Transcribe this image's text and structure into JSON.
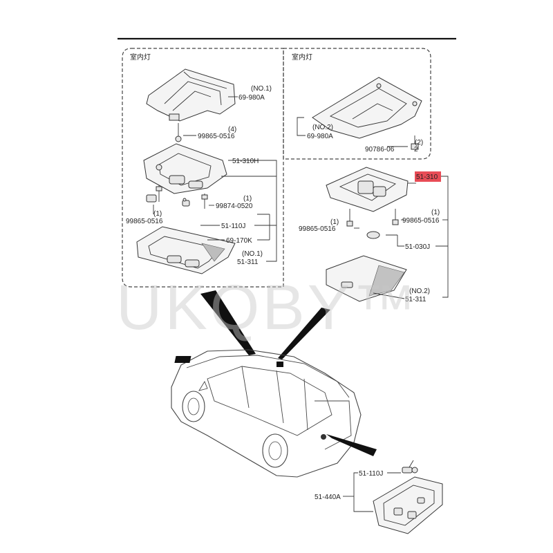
{
  "header_label": "室内灯",
  "watermark": "UKQBY™",
  "highlight_color": "#e84c56",
  "panels": {
    "left": {
      "header": "室内灯",
      "labels": {
        "no1_top": "(NO.1)",
        "part_69_980A": "69-980A",
        "qty4": "(4)",
        "screw_99865": "99865-0516",
        "part_51_310H": "51-310H",
        "qty1a": "(1)",
        "screw_99874": "99874-0520",
        "qty1b": "(1)",
        "screw_99865b": "99865-0516",
        "part_51_110J": "51-110J",
        "part_69_170K": "69-170K",
        "no1_lens": "(NO.1)",
        "part_51_311": "51-311"
      }
    },
    "right": {
      "header": "室内灯",
      "labels": {
        "no2_top": "(NO.2)",
        "part_69_980A": "69-980A",
        "qty2": "(2)",
        "screw_90786": "90786-06",
        "screw_90786_qty": "2",
        "part_51_310": "51-310",
        "qty1a": "(1)",
        "screw_99865a": "99865-0516",
        "qty1b": "(1)",
        "screw_99865b": "99865-0516",
        "part_51_030J": "51-030J",
        "no2_lens": "(NO.2)",
        "part_51_311": "51-311"
      }
    }
  },
  "bottom": {
    "labels": {
      "part_51_110J": "51-110J",
      "part_51_440A": "51-440A"
    }
  }
}
